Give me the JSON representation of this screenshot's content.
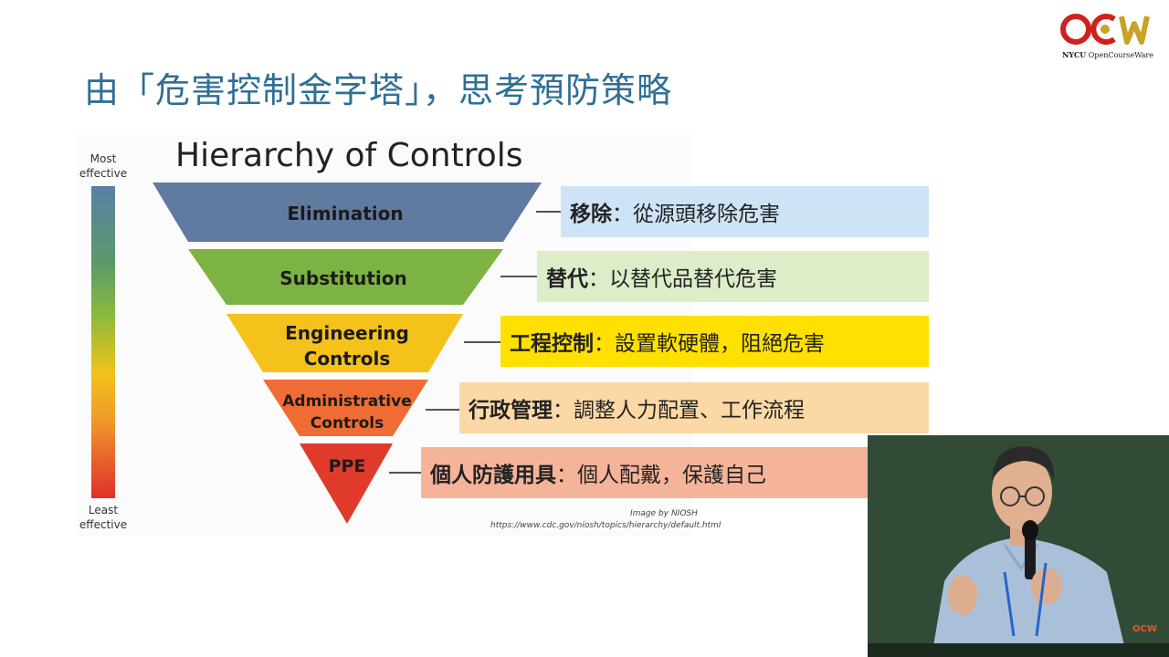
{
  "logo": {
    "brand": "OCW",
    "institution": "NYCU",
    "subtitle": "OpenCourseWare"
  },
  "slide_title": "由「危害控制金字塔」，思考預防策略",
  "figure": {
    "heading": "Hierarchy of Controls",
    "most_label": "Most effective",
    "least_label": "Least effective",
    "levels": [
      {
        "name": "Elimination",
        "color": "#607aa0"
      },
      {
        "name": "Substitution",
        "color": "#7cb342"
      },
      {
        "name": "Engineering Controls",
        "color": "#f5c21b"
      },
      {
        "name": "Administrative Controls",
        "color": "#ef6c34"
      },
      {
        "name": "PPE",
        "color": "#e03a2a"
      }
    ],
    "credit_line1": "Image by NIOSH",
    "credit_line2": "https://www.cdc.gov/niosh/topics/hierarchy/default.html"
  },
  "annotations": [
    {
      "term": "移除",
      "sep": "：",
      "desc": "從源頭移除危害",
      "bg": "#cfe3f6"
    },
    {
      "term": "替代",
      "sep": "：",
      "desc": "以替代品替代危害",
      "bg": "#dcedc8"
    },
    {
      "term": "工程控制",
      "sep": "：",
      "desc": "設置軟硬體，阻絕危害",
      "bg": "#ffe000"
    },
    {
      "term": "行政管理",
      "sep": "：",
      "desc": "調整人力配置、工作流程",
      "bg": "#fbd8a6"
    },
    {
      "term": "個人防護用具",
      "sep": "：",
      "desc": "個人配戴，保護自己",
      "bg": "#f5b49a"
    }
  ],
  "video": {
    "logo": "OCW"
  }
}
